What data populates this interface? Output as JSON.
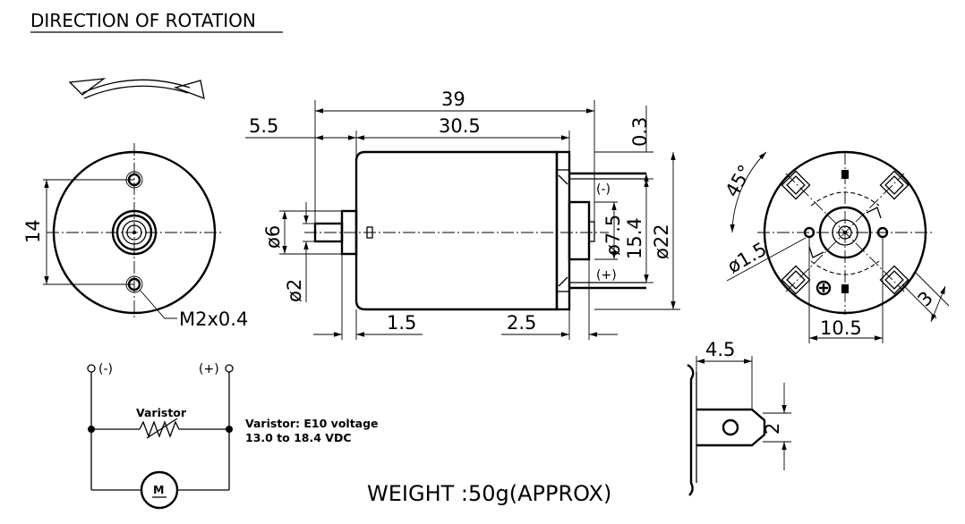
{
  "title": "DIRECTION OF ROTATION",
  "weight": "WEIGHT :50g(APPROX)",
  "front_view": {
    "dim_height": "14",
    "thread": "M2x0.4"
  },
  "side_view": {
    "dim_overall": "39",
    "dim_body": "30.5",
    "dim_shaft": "5.5",
    "dim_gap": "0.3",
    "dim_d6": "ø6",
    "dim_d2": "ø2",
    "dim_d7_5": "ø7.5",
    "dim_15_4": "15.4",
    "dim_d22": "ø22",
    "dim_1_5": "1.5",
    "dim_2_5": "2.5",
    "terminal_neg": "(-)",
    "terminal_pos": "(+)"
  },
  "rear_view": {
    "angle": "45°",
    "hole": "ø1.5",
    "spacing": "10.5",
    "width": "3"
  },
  "terminal_detail": {
    "dim_4_5": "4.5",
    "dim_2": "2"
  },
  "circuit": {
    "neg": "(-)",
    "pos": "(+)",
    "varistor_label": "Varistor",
    "motor": "M",
    "note_line1": "Varistor: E10  voltage",
    "note_line2": "13.0  to  18.4  VDC"
  }
}
